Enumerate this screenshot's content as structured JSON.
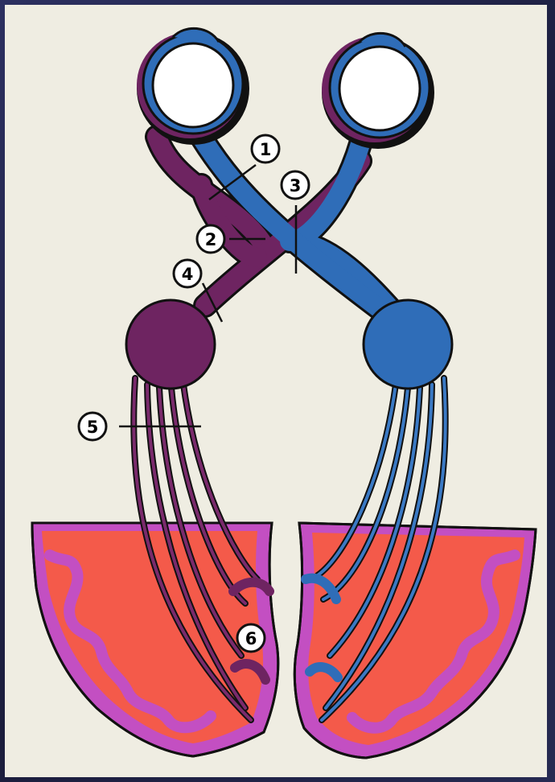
{
  "colors": {
    "background": "#efede2",
    "frame": "#22254a",
    "left_pathway": "#6e2461",
    "right_pathway": "#2f6db8",
    "outline": "#111111",
    "cortex_fill": "#f45a4a",
    "cortex_rim": "#c34fc2"
  },
  "markers": [
    {
      "id": "1",
      "label": "1"
    },
    {
      "id": "2",
      "label": "2"
    },
    {
      "id": "3",
      "label": "3"
    },
    {
      "id": "4",
      "label": "4"
    },
    {
      "id": "5",
      "label": "5"
    },
    {
      "id": "6",
      "label": "6"
    }
  ]
}
